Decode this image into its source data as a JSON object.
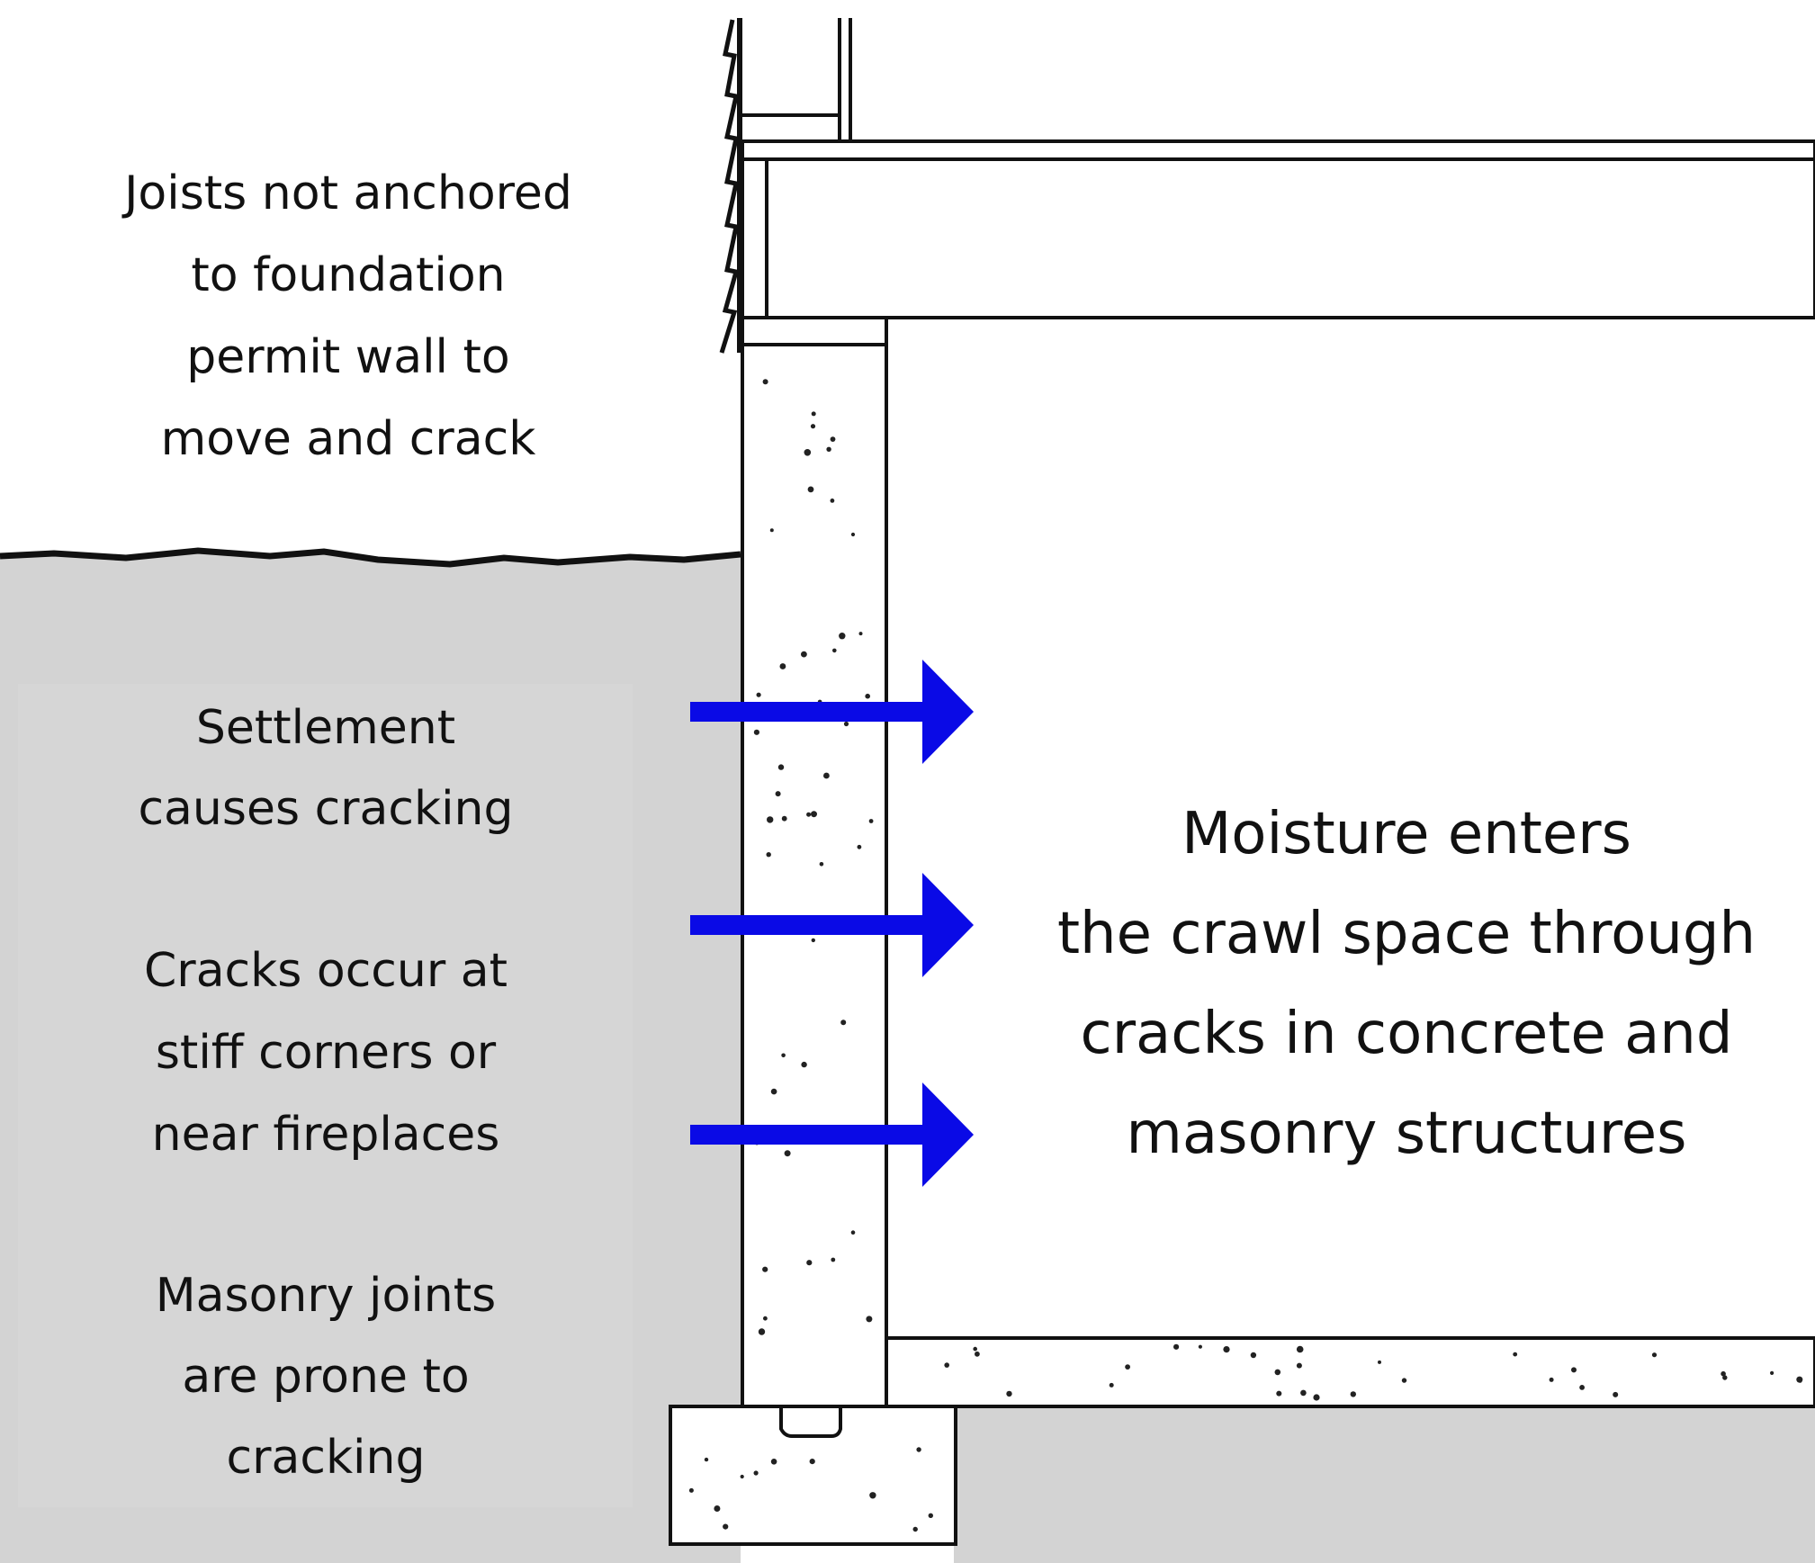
{
  "labels": {
    "joists": {
      "lines": [
        "Joists not anchored",
        "to foundation",
        "permit wall to",
        "move and crack"
      ]
    },
    "settlement": {
      "lines": [
        "Settlement",
        "causes cracking"
      ]
    },
    "cracks_corners": {
      "lines": [
        "Cracks occur at",
        "stiff corners or",
        "near fireplaces"
      ]
    },
    "masonry_joints": {
      "lines": [
        "Masonry joints",
        "are prone to",
        "cracking"
      ]
    },
    "moisture": {
      "lines": [
        "Moisture enters",
        "the crawl space through",
        "cracks in concrete and",
        "masonry structures"
      ]
    }
  },
  "icons": {
    "arrows": [
      "moisture-arrow-icon",
      "moisture-arrow-icon",
      "moisture-arrow-icon"
    ]
  },
  "colors": {
    "soil": "#d3d3d3",
    "label_panel": "#d6d6d6",
    "arrow": "#0a0ae6",
    "outline": "#111111",
    "text": "#111111"
  }
}
